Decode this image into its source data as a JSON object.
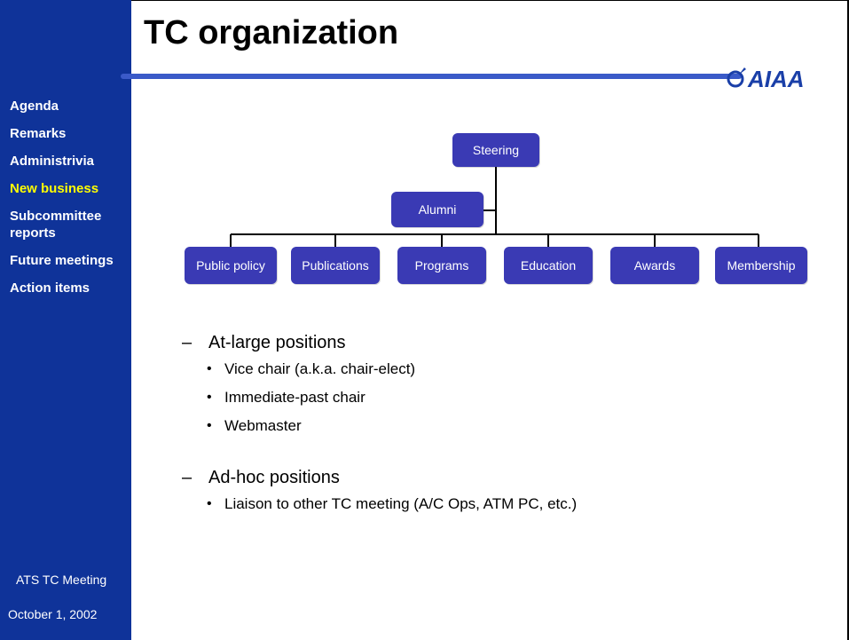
{
  "title": "TC organization",
  "logo_text": "AIAA",
  "nav": [
    {
      "label": "Agenda",
      "active": false
    },
    {
      "label": "Remarks",
      "active": false
    },
    {
      "label": "Administrivia",
      "active": false
    },
    {
      "label": "New business",
      "active": true
    },
    {
      "label": "Subcommittee reports",
      "active": false
    },
    {
      "label": "Future meetings",
      "active": false
    },
    {
      "label": "Action items",
      "active": false
    }
  ],
  "footer": {
    "meeting": "ATS TC Meeting",
    "date": "October 1, 2002"
  },
  "org_chart": {
    "root": "Steering",
    "side": "Alumni",
    "children": [
      "Public policy",
      "Publications",
      "Programs",
      "Education",
      "Awards",
      "Membership"
    ]
  },
  "bullets": [
    {
      "heading": "At-large positions",
      "items": [
        "Vice chair (a.k.a. chair-elect)",
        "Immediate-past chair",
        "Webmaster"
      ]
    },
    {
      "heading": "Ad-hoc positions",
      "items": [
        "Liaison to other TC meeting (A/C Ops, ATM PC, etc.)"
      ]
    }
  ],
  "colors": {
    "sidebar": "#0f3399",
    "active_nav": "#ffff00",
    "box": "#3a3ab4",
    "rule": "#3a5ac8"
  }
}
